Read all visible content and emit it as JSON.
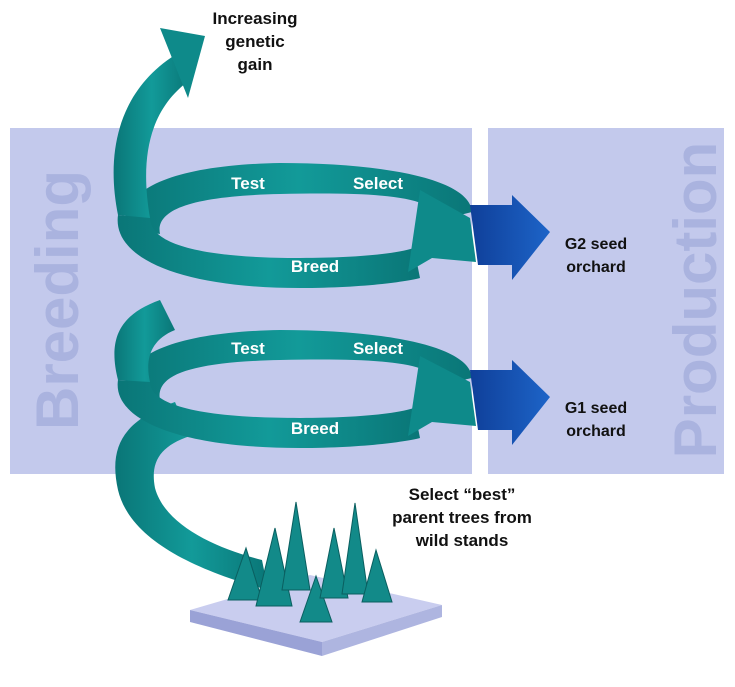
{
  "panels": {
    "breeding": "Breeding",
    "production": "Production"
  },
  "labels": {
    "increasing_gain": [
      "Increasing",
      "genetic",
      "gain"
    ],
    "upper_loop": {
      "test": "Test",
      "select": "Select",
      "breed": "Breed"
    },
    "lower_loop": {
      "test": "Test",
      "select": "Select",
      "breed": "Breed"
    },
    "g2_orchard": [
      "G2 seed",
      "orchard"
    ],
    "g1_orchard": [
      "G1 seed",
      "orchard"
    ],
    "wild_stands": [
      "Select “best”",
      "parent trees from",
      "wild stands"
    ]
  },
  "colors": {
    "panel": "#c3c9ec",
    "panel_text": "#aab3df",
    "teal": "#0e8a8a",
    "teal_dark": "#0a6f70",
    "blue_arrow": "#1756b6",
    "platform_top": "#c9cdef",
    "platform_side": "#9aa2d6"
  }
}
